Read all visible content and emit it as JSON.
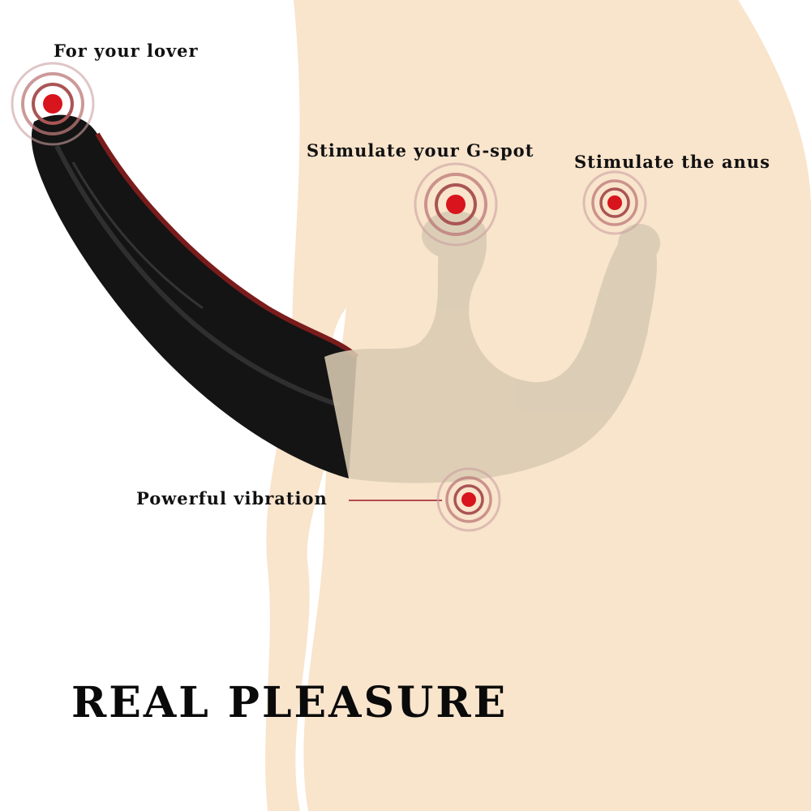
{
  "callouts": {
    "lover": "For your lover",
    "gspot": "Stimulate your G-spot",
    "anus": "Stimulate the anus",
    "vibration": "Powerful vibration"
  },
  "headline": "REAL PLEASURE",
  "colors": {
    "skin": "#f9e4cc",
    "black_shaft": "#141414",
    "clear_toy": "#d9cbb3",
    "marker_red": "#d8141c",
    "ring": "#a86a6a"
  }
}
